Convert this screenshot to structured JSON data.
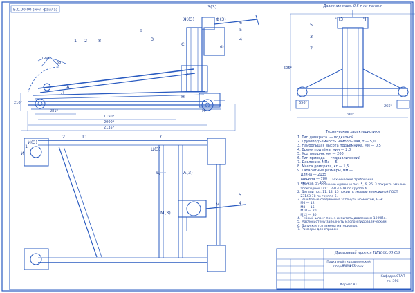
{
  "sheet": {
    "stamp_rotated": "Б.0.00.00 (имя файла)",
    "top_right_title": "Давление масл. 0,5 т-ки тюнинг",
    "title_block_title": "Дипломный проект ПГК 00.00 СБ",
    "title_block_subtitle": "Подкатной гидравлический домкрат",
    "title_block_desc": "Сборочный чертеж",
    "title_block_org": "Кафедра СТАП",
    "title_block_group": "гр. ЭРС",
    "title_block_format": "Формат A1"
  },
  "labels": {
    "side_view": [
      "1",
      "2",
      "8",
      "9",
      "3",
      "3(3)",
      "Ж(3)",
      "Ф(3)",
      "6",
      "5",
      "4",
      "С",
      "Ф",
      "А",
      "Л",
      "Н",
      "Н",
      "7"
    ],
    "plan_view": [
      "1",
      "2",
      "И(3)",
      "11",
      "Ц(3)",
      "7",
      "А(3)",
      "Ц",
      "М(3)",
      "5",
      "4",
      "М",
      "И"
    ],
    "front_view": [
      "5",
      "3",
      "7",
      "Ч(3)",
      "Ч"
    ]
  },
  "dimensions": {
    "side": [
      "1150*",
      "2000*",
      "2135*",
      "210*",
      "281*",
      "120*",
      "55°"
    ],
    "front": [
      "780*",
      "505*",
      "656*",
      "265*"
    ]
  },
  "tech_char": {
    "heading": "Технические характеристики",
    "rows": [
      "1. Тип домкрата  — подкатной",
      "2. Грузоподъёмность наибольшая, т — 5,0",
      "3. Наибольшая высота подъёмника, мм — 0,5",
      "4. Время подъёма, мин — 2,0",
      "5. Ход поршня, мм — 200",
      "6. Тип привода — гидравлический",
      "7. Давление, МПа — 5",
      "8. Масса домкрата, кг — 1,5",
      "9. Габаритные размеры, мм —",
      "   длина — 2135",
      "   ширина — 780",
      "   высота — 505"
    ]
  },
  "tech_req": {
    "heading": "Технические требования",
    "rows": [
      "1. Детали и сборочные единицы поз. 5, 6, 25, 3 покрыть эмалью",
      "   эпоксидной ГОСТ 23143-78 по группе 6.",
      "2. Детали поз. 11, 12, 15 покрыть эмалью эпоксидной ГОСТ",
      "   23143-78 по группе 6.",
      "3. Резьбовые соединения затянуть моментом, Н·м:",
      "   М6 — 12",
      "   М8 — 15",
      "   М10 — 20",
      "   М12 — 30",
      "4. Гибкий шланг поз. 4 испытать давлением 10 МПа.",
      "5. Маслосистему заполнить маслом гидравлическим.",
      "6. Допускается замена материалов.",
      "7. Размеры для справок."
    ]
  }
}
